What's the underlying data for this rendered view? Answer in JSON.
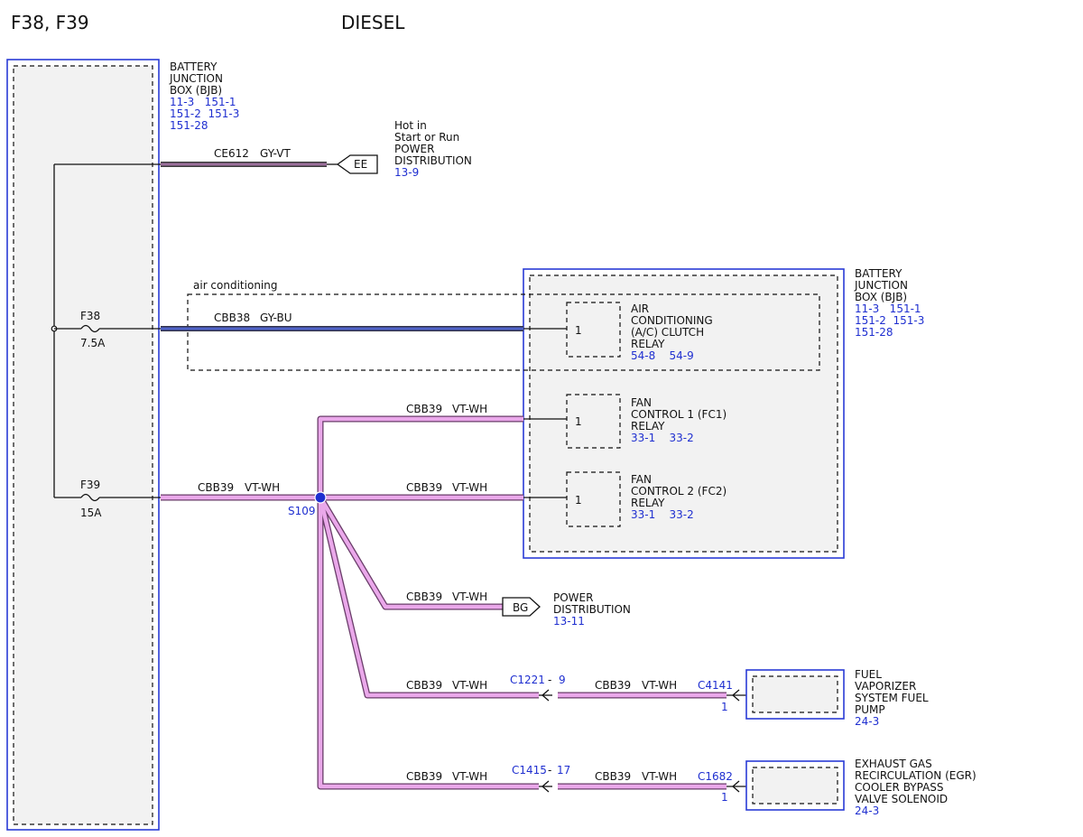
{
  "header": {
    "left_title": "F38, F39",
    "center_title": "DIESEL"
  },
  "bjb_top": {
    "lines": [
      "BATTERY",
      "JUNCTION",
      "BOX (BJB)"
    ],
    "refs": [
      "11-3   151-1",
      "151-2  151-3",
      "151-28"
    ]
  },
  "bjb_right": {
    "lines": [
      "BATTERY",
      "JUNCTION",
      "BOX (BJB)"
    ],
    "refs": [
      "11-3   151-1",
      "151-2  151-3",
      "151-28"
    ]
  },
  "fuses": [
    {
      "name": "F38",
      "rating": "7.5A"
    },
    {
      "name": "F39",
      "rating": "15A"
    }
  ],
  "wires": {
    "ce612": {
      "circuit": "CE612",
      "color": "GY-VT"
    },
    "cbb38": {
      "circuit": "CBB38",
      "color": "GY-BU"
    },
    "cbb39": {
      "circuit": "CBB39",
      "color": "VT-WH"
    }
  },
  "hot_in": {
    "lines": [
      "Hot in",
      "Start or Run",
      "POWER",
      "DISTRIBUTION"
    ],
    "ref": "13-9",
    "flag": "EE"
  },
  "air_conditioning_label": "air conditioning",
  "relays": [
    {
      "pin": "1",
      "lines": [
        "AIR",
        "CONDITIONING",
        "(A/C) CLUTCH",
        "RELAY"
      ],
      "refs": "54-8    54-9"
    },
    {
      "pin": "1",
      "lines": [
        "FAN",
        "CONTROL 1 (FC1)",
        "RELAY"
      ],
      "refs": "33-1    33-2"
    },
    {
      "pin": "1",
      "lines": [
        "FAN",
        "CONTROL 2 (FC2)",
        "RELAY"
      ],
      "refs": "33-1    33-2"
    }
  ],
  "splice": "S109",
  "power_dist": {
    "flag": "BG",
    "lines": [
      "POWER",
      "DISTRIBUTION"
    ],
    "ref": "13-11"
  },
  "connectors": {
    "c1221": "C1221",
    "c1221_pin": "9",
    "c4141": "C4141",
    "c4141_pin": "1",
    "c1415": "C1415",
    "c1415_pin": "17",
    "c1682": "C1682",
    "c1682_pin": "1",
    "dash": "-"
  },
  "fuel_pump": {
    "lines": [
      "FUEL",
      "VAPORIZER",
      "SYSTEM FUEL",
      "PUMP"
    ],
    "ref": "24-3"
  },
  "egr": {
    "lines": [
      "EXHAUST GAS",
      "RECIRCULATION (EGR)",
      "COOLER BYPASS",
      "VALVE SOLENOID"
    ],
    "ref": "24-3"
  },
  "colors": {
    "splice_blue": "#1f2fd0",
    "box_blue": "#2a3bd6",
    "vt_wh": "#eaa8ea"
  }
}
